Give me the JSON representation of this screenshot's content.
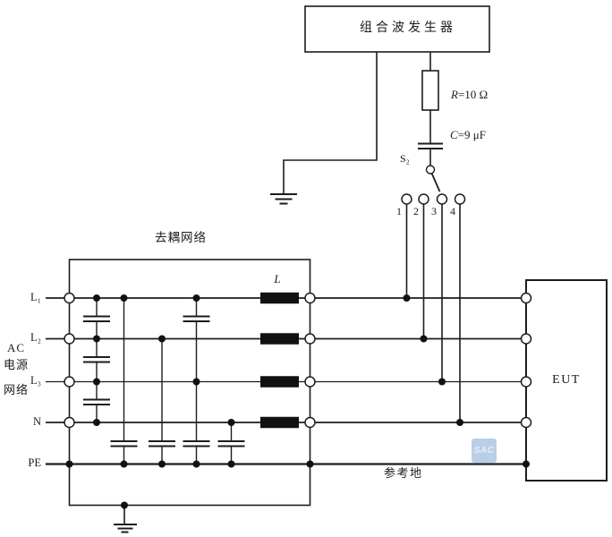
{
  "diagram": {
    "generator_label": "组合波发生器",
    "resistor": {
      "symbol": "R",
      "value": "=10 Ω"
    },
    "capacitor": {
      "symbol": "C",
      "value": "=9 μF"
    },
    "switch_label": "S₂",
    "terminals": [
      "1",
      "2",
      "3",
      "4"
    ],
    "decoupling_label": "去耦网络",
    "inductor_label": "L",
    "source_labels": [
      "AC",
      "电源",
      "网络"
    ],
    "line_labels": [
      "L₁",
      "L₂",
      "L₃",
      "N",
      "PE"
    ],
    "eut_label": "EUT",
    "reference_ground_label": "参考地",
    "watermark": "SAC"
  },
  "colors": {
    "ink": "#1c1c1c",
    "background": "#ffffff",
    "watermark_bg": "#b5cbe5"
  }
}
